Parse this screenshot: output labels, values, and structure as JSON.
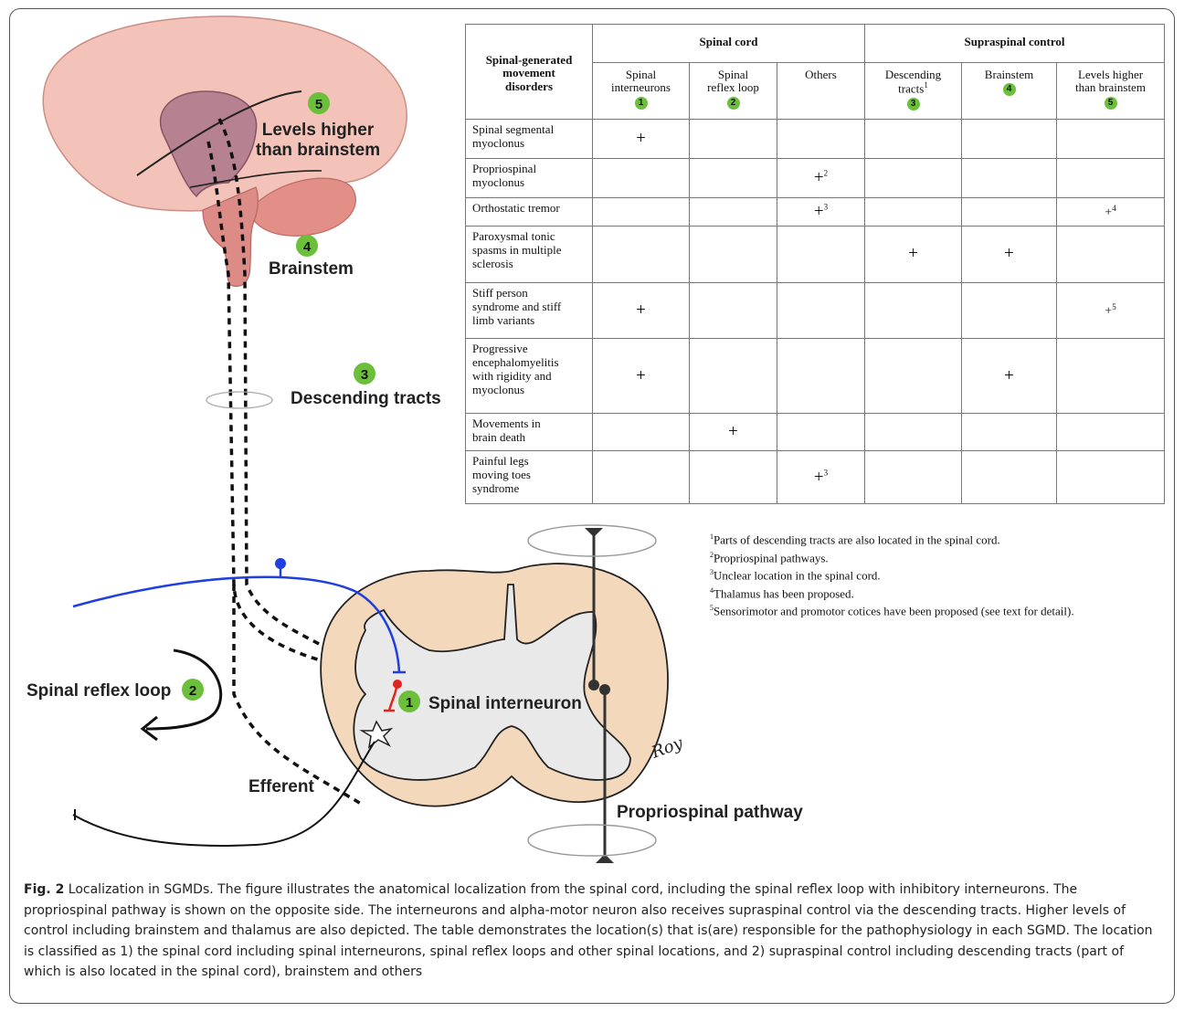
{
  "figure": {
    "labels": {
      "levels_higher": "Levels higher",
      "levels_higher_2": "than brainstem",
      "brainstem": "Brainstem",
      "descending_tracts": "Descending tracts",
      "spinal_reflex_loop": "Spinal reflex loop",
      "spinal_interneuron": "Spinal interneuron",
      "efferent": "Efferent",
      "propriospinal_pathway": "Propriospinal pathway",
      "signature": "Roy"
    },
    "badges": {
      "b1": "1",
      "b2": "2",
      "b3": "3",
      "b4": "4",
      "b5": "5"
    },
    "colors": {
      "badge": "#6bbf3b",
      "afferent": "#1f3fe0",
      "interneuron": "#e0231c",
      "cord_grey_matter": "#e9e9e9",
      "cord_white_matter": "#f4d8bb"
    }
  },
  "table": {
    "corner": [
      "Spinal-generated",
      "movement",
      "disorders"
    ],
    "group1": "Spinal cord",
    "group2": "Supraspinal control",
    "columns": [
      {
        "line1": "Spinal",
        "line2": "interneurons",
        "badge": "1"
      },
      {
        "line1": "Spinal",
        "line2": "reflex loop",
        "badge": "2"
      },
      {
        "line1": "Others",
        "line2": "",
        "badge": ""
      },
      {
        "line1": "Descending",
        "line2": "tracts",
        "sup": "1",
        "badge": "3"
      },
      {
        "line1": "Brainstem",
        "line2": "",
        "badge": "4"
      },
      {
        "line1": "Levels higher",
        "line2": "than brainstem",
        "badge": "5"
      }
    ],
    "rows": [
      {
        "label": [
          "Spinal segmental",
          "myoclonus"
        ],
        "cells": [
          "+",
          "",
          "",
          "",
          "",
          ""
        ]
      },
      {
        "label": [
          "Propriospinal",
          "myoclonus"
        ],
        "cells": [
          "",
          "",
          "+",
          "",
          "",
          ""
        ],
        "sups": [
          "",
          "",
          "2",
          "",
          "",
          ""
        ]
      },
      {
        "label": [
          "Orthostatic tremor"
        ],
        "cells": [
          "",
          "",
          "+",
          "",
          "",
          "+"
        ],
        "sups": [
          "",
          "",
          "3",
          "",
          "",
          "4"
        ]
      },
      {
        "label": [
          "Paroxysmal tonic",
          "spasms in multiple",
          "sclerosis"
        ],
        "cells": [
          "",
          "",
          "",
          "+",
          "+",
          ""
        ]
      },
      {
        "label": [
          "Stiff person",
          "syndrome and stiff",
          "limb variants"
        ],
        "cells": [
          "+",
          "",
          "",
          "",
          "",
          "+"
        ],
        "sups": [
          "",
          "",
          "",
          "",
          "",
          "5"
        ]
      },
      {
        "label": [
          "Progressive",
          "encephalomyelitis",
          "with rigidity and",
          "myoclonus"
        ],
        "cells": [
          "+",
          "",
          "",
          "",
          "+",
          ""
        ]
      },
      {
        "label": [
          "Movements in",
          "brain death"
        ],
        "cells": [
          "",
          "+",
          "",
          "",
          "",
          ""
        ]
      },
      {
        "label": [
          "Painful legs",
          "moving toes",
          "syndrome"
        ],
        "cells": [
          "",
          "",
          "+",
          "",
          "",
          ""
        ],
        "sups": [
          "",
          "",
          "3",
          "",
          "",
          ""
        ]
      }
    ]
  },
  "footnotes": [
    {
      "num": "1",
      "text": "Parts of descending tracts are also located in the spinal cord."
    },
    {
      "num": "2",
      "text": "Propriospinal pathways."
    },
    {
      "num": "3",
      "text": "Unclear location in the spinal cord."
    },
    {
      "num": "4",
      "text": "Thalamus has been proposed."
    },
    {
      "num": "5",
      "text": "Sensorimotor and promotor cotices have been proposed (see text for detail)."
    }
  ],
  "caption": {
    "fig_label": "Fig. 2",
    "text": "Localization in SGMDs. The figure illustrates the anatomical localization from the spinal cord, including the spinal reflex loop with inhibitory interneurons. The propriospinal pathway is shown on the opposite side. The interneurons and alpha-motor neuron also receives supraspinal control via the descending tracts. Higher levels of control including brainstem and thalamus are also depicted. The table demonstrates the location(s) that is(are) responsible for the pathophysiology in each SGMD. The location is classified as 1) the spinal cord including spinal interneurons, spinal reflex loops and other spinal locations, and 2) supraspinal control including descending tracts (part of which is also located in the spinal cord), brainstem and others"
  }
}
